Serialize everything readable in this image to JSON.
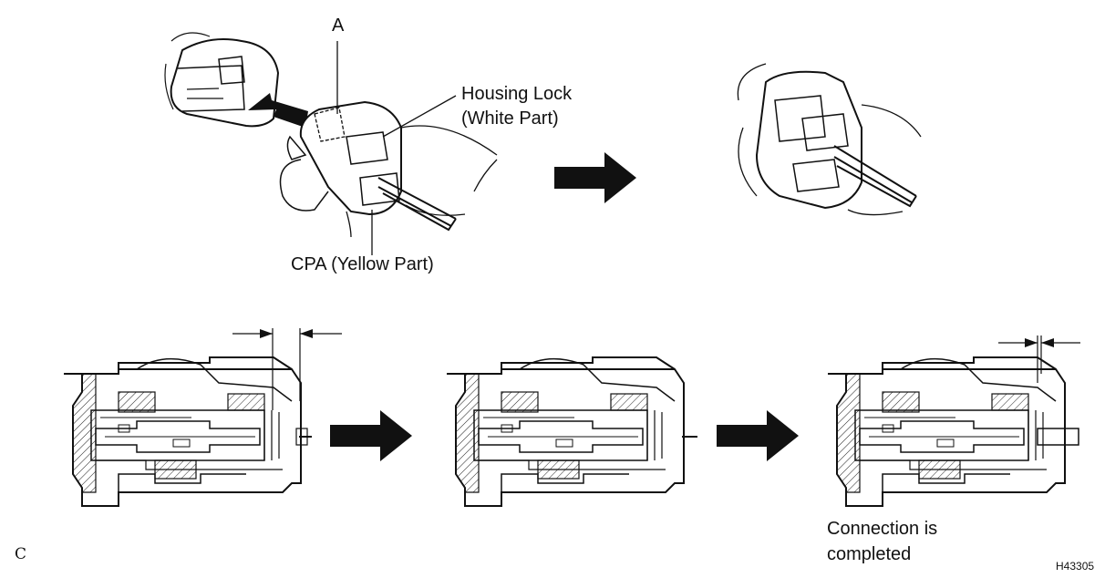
{
  "labels": {
    "a": "A",
    "housing_lock_1": "Housing Lock",
    "housing_lock_2": "(White Part)",
    "cpa": "CPA (Yellow Part)",
    "connection_1": "Connection is",
    "connection_2": "completed",
    "corner": "C",
    "figure_code": "H43305"
  }
}
